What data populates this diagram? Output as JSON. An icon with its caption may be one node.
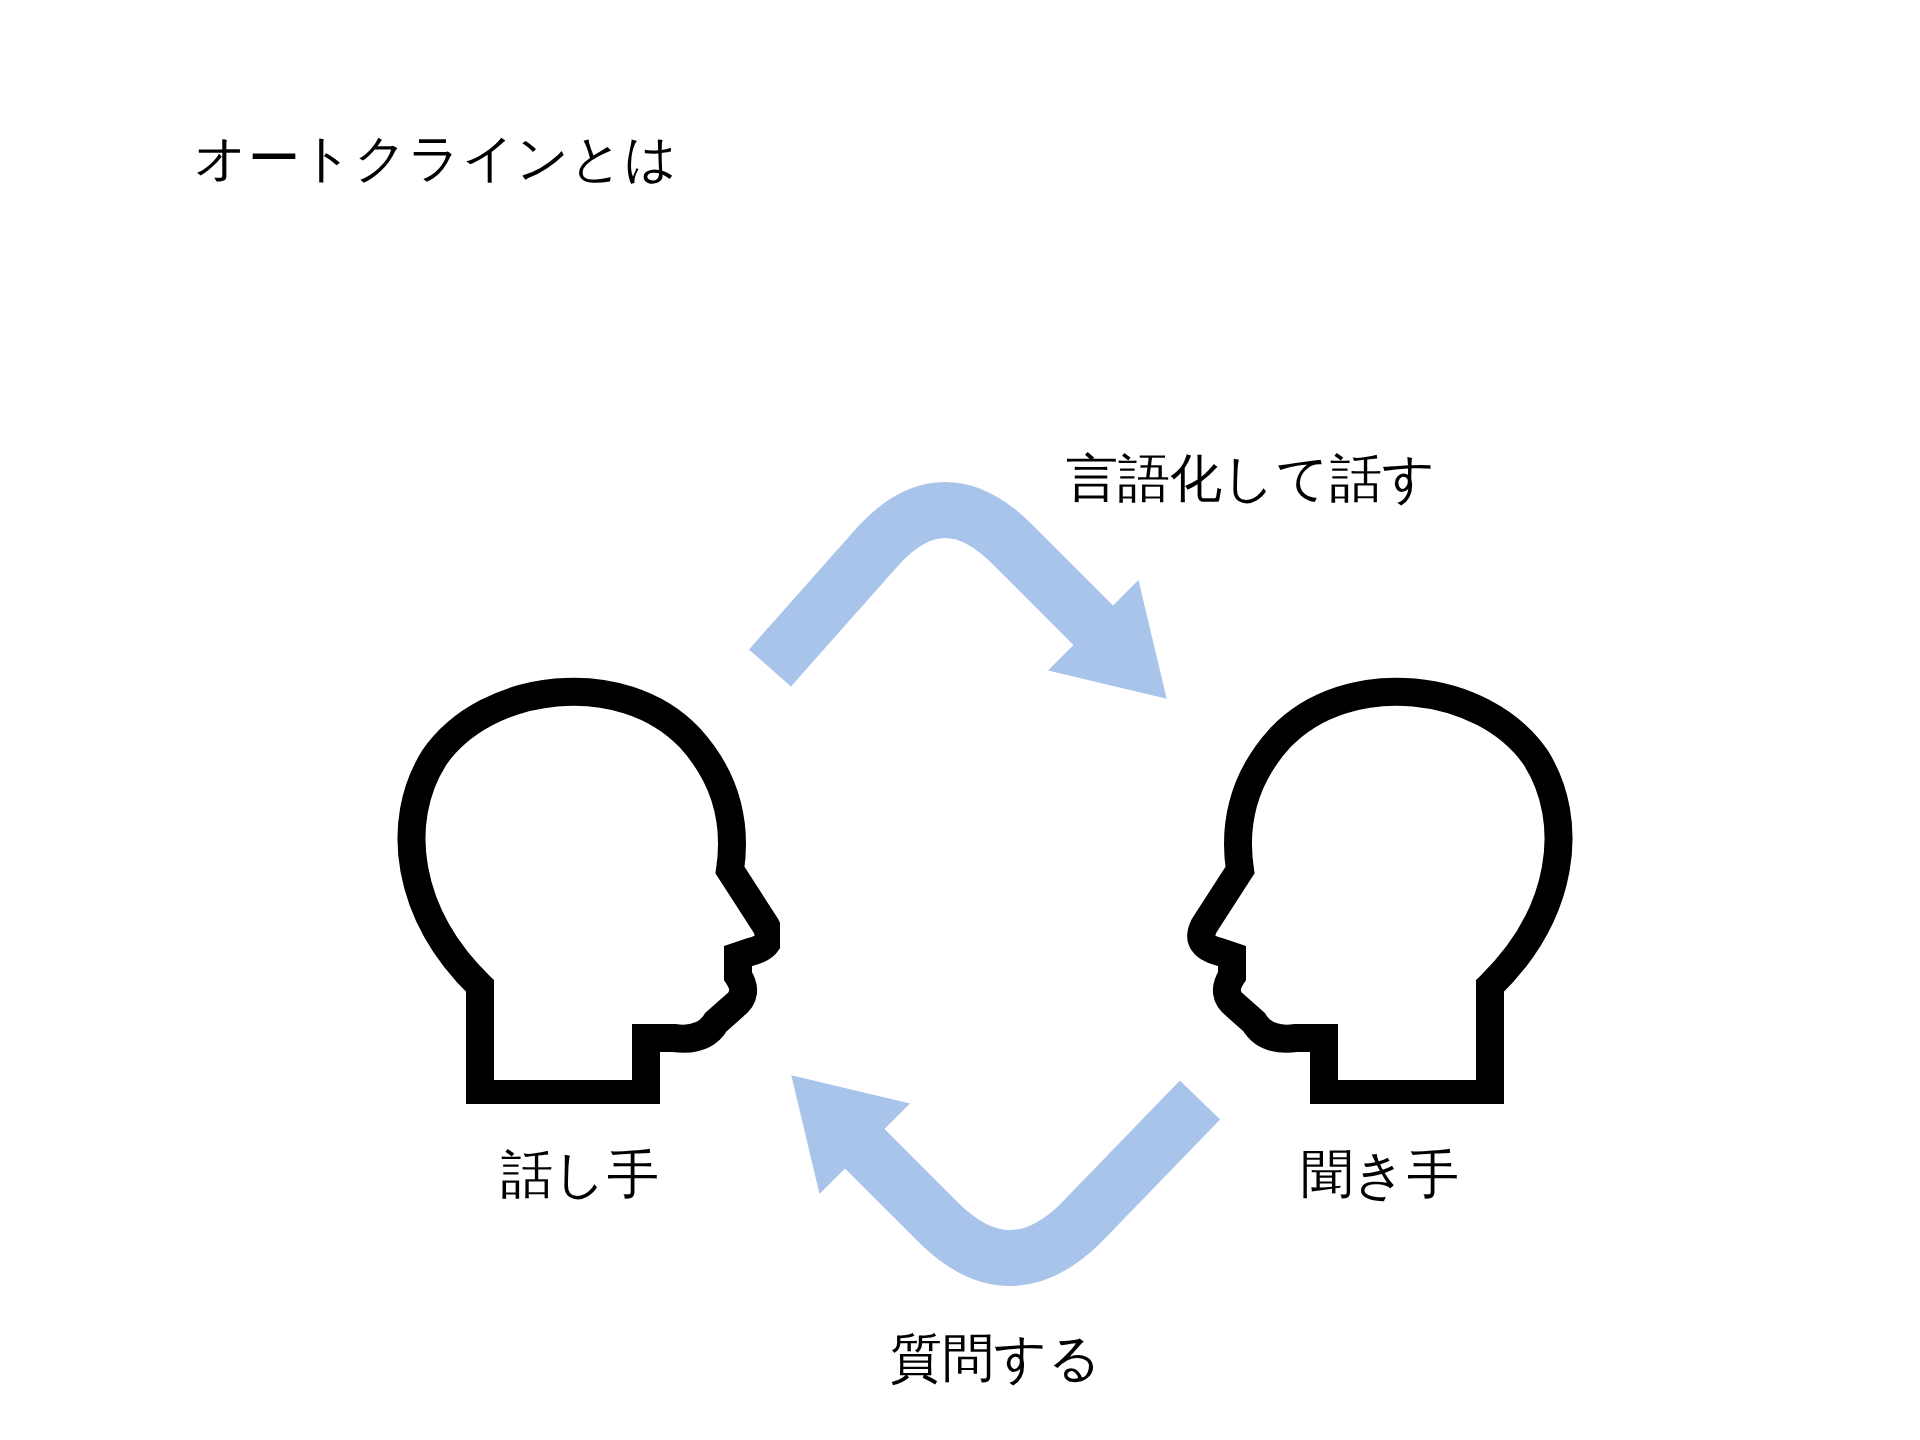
{
  "diagram": {
    "title": "オートクラインとは",
    "nodes": [
      {
        "text": [
          "話し手"
        ]
      },
      {
        "text": [
          "聞き手"
        ]
      }
    ],
    "edges": [
      {
        "from": 0,
        "to": 1,
        "arrow": "to",
        "label": "言語化して話す"
      },
      {
        "from": 1,
        "to": 0,
        "arrow": "to",
        "label": "質問する"
      }
    ]
  }
}
